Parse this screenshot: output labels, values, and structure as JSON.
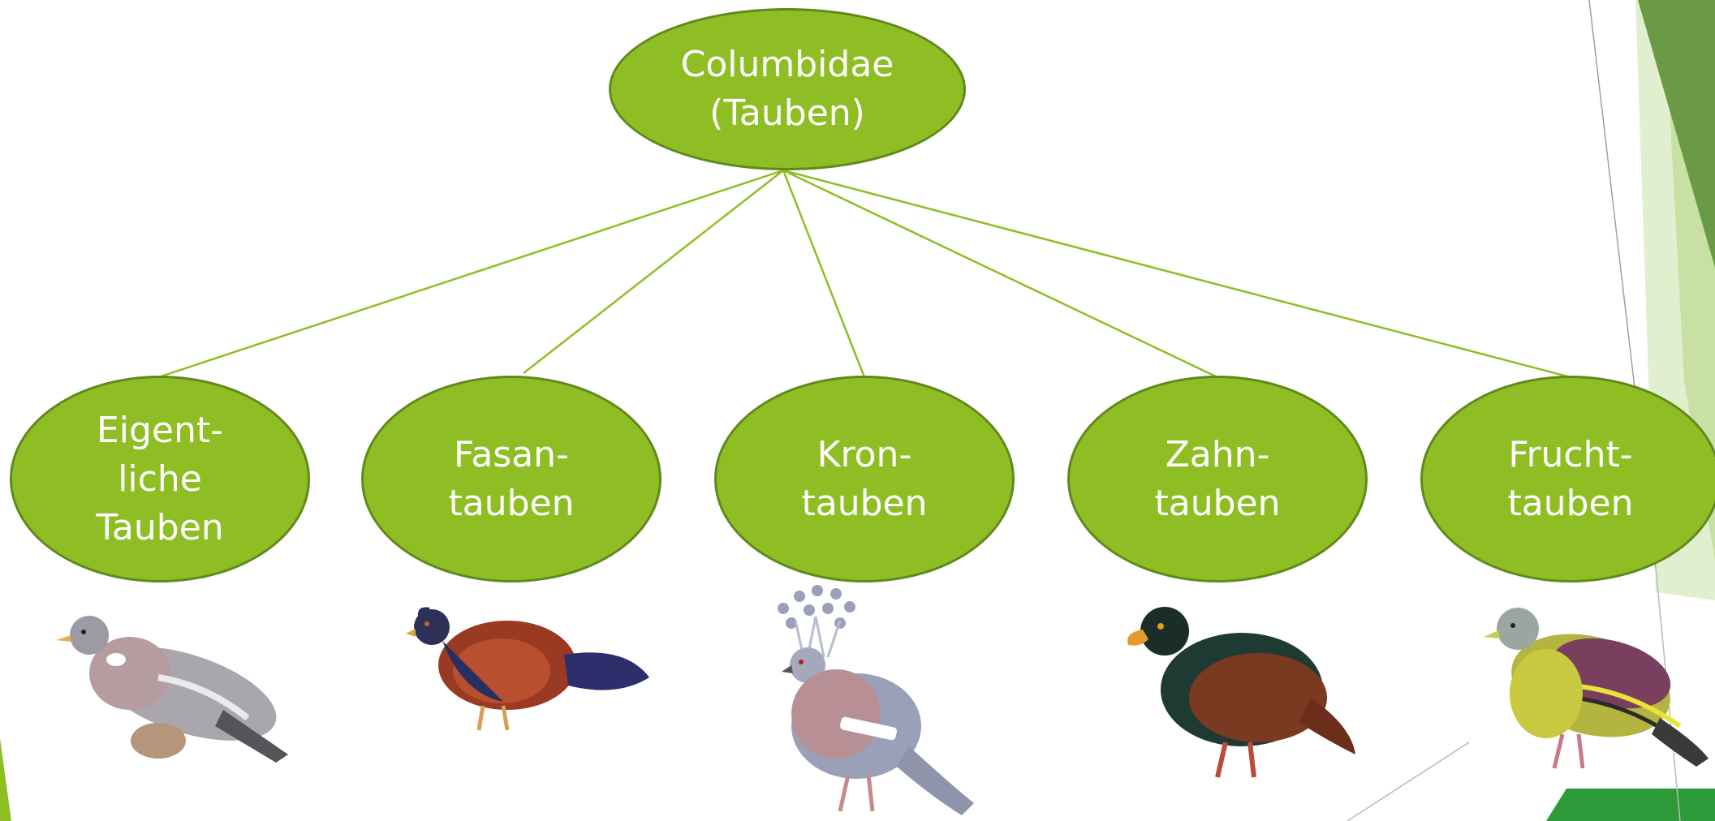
{
  "diagram": {
    "root": {
      "label": "Columbidae\n(Tauben)"
    },
    "children": [
      {
        "label": "Eigent-\nliche\nTauben",
        "illustration": "wood-pigeon"
      },
      {
        "label": "Fasan-\ntauben",
        "illustration": "pheasant-pigeon"
      },
      {
        "label": "Kron-\ntauben",
        "illustration": "crowned-pigeon"
      },
      {
        "label": "Zahn-\ntauben",
        "illustration": "tooth-billed-pigeon"
      },
      {
        "label": "Frucht-\ntauben",
        "illustration": "green-fruit-pigeon"
      }
    ]
  },
  "colors": {
    "node_fill": "#8fbe24",
    "node_border": "#5f8a1b",
    "connector": "#8fbe24",
    "text": "#ffffff",
    "accent_dark": "#6a9a45",
    "accent_light": "#dcebc4"
  }
}
